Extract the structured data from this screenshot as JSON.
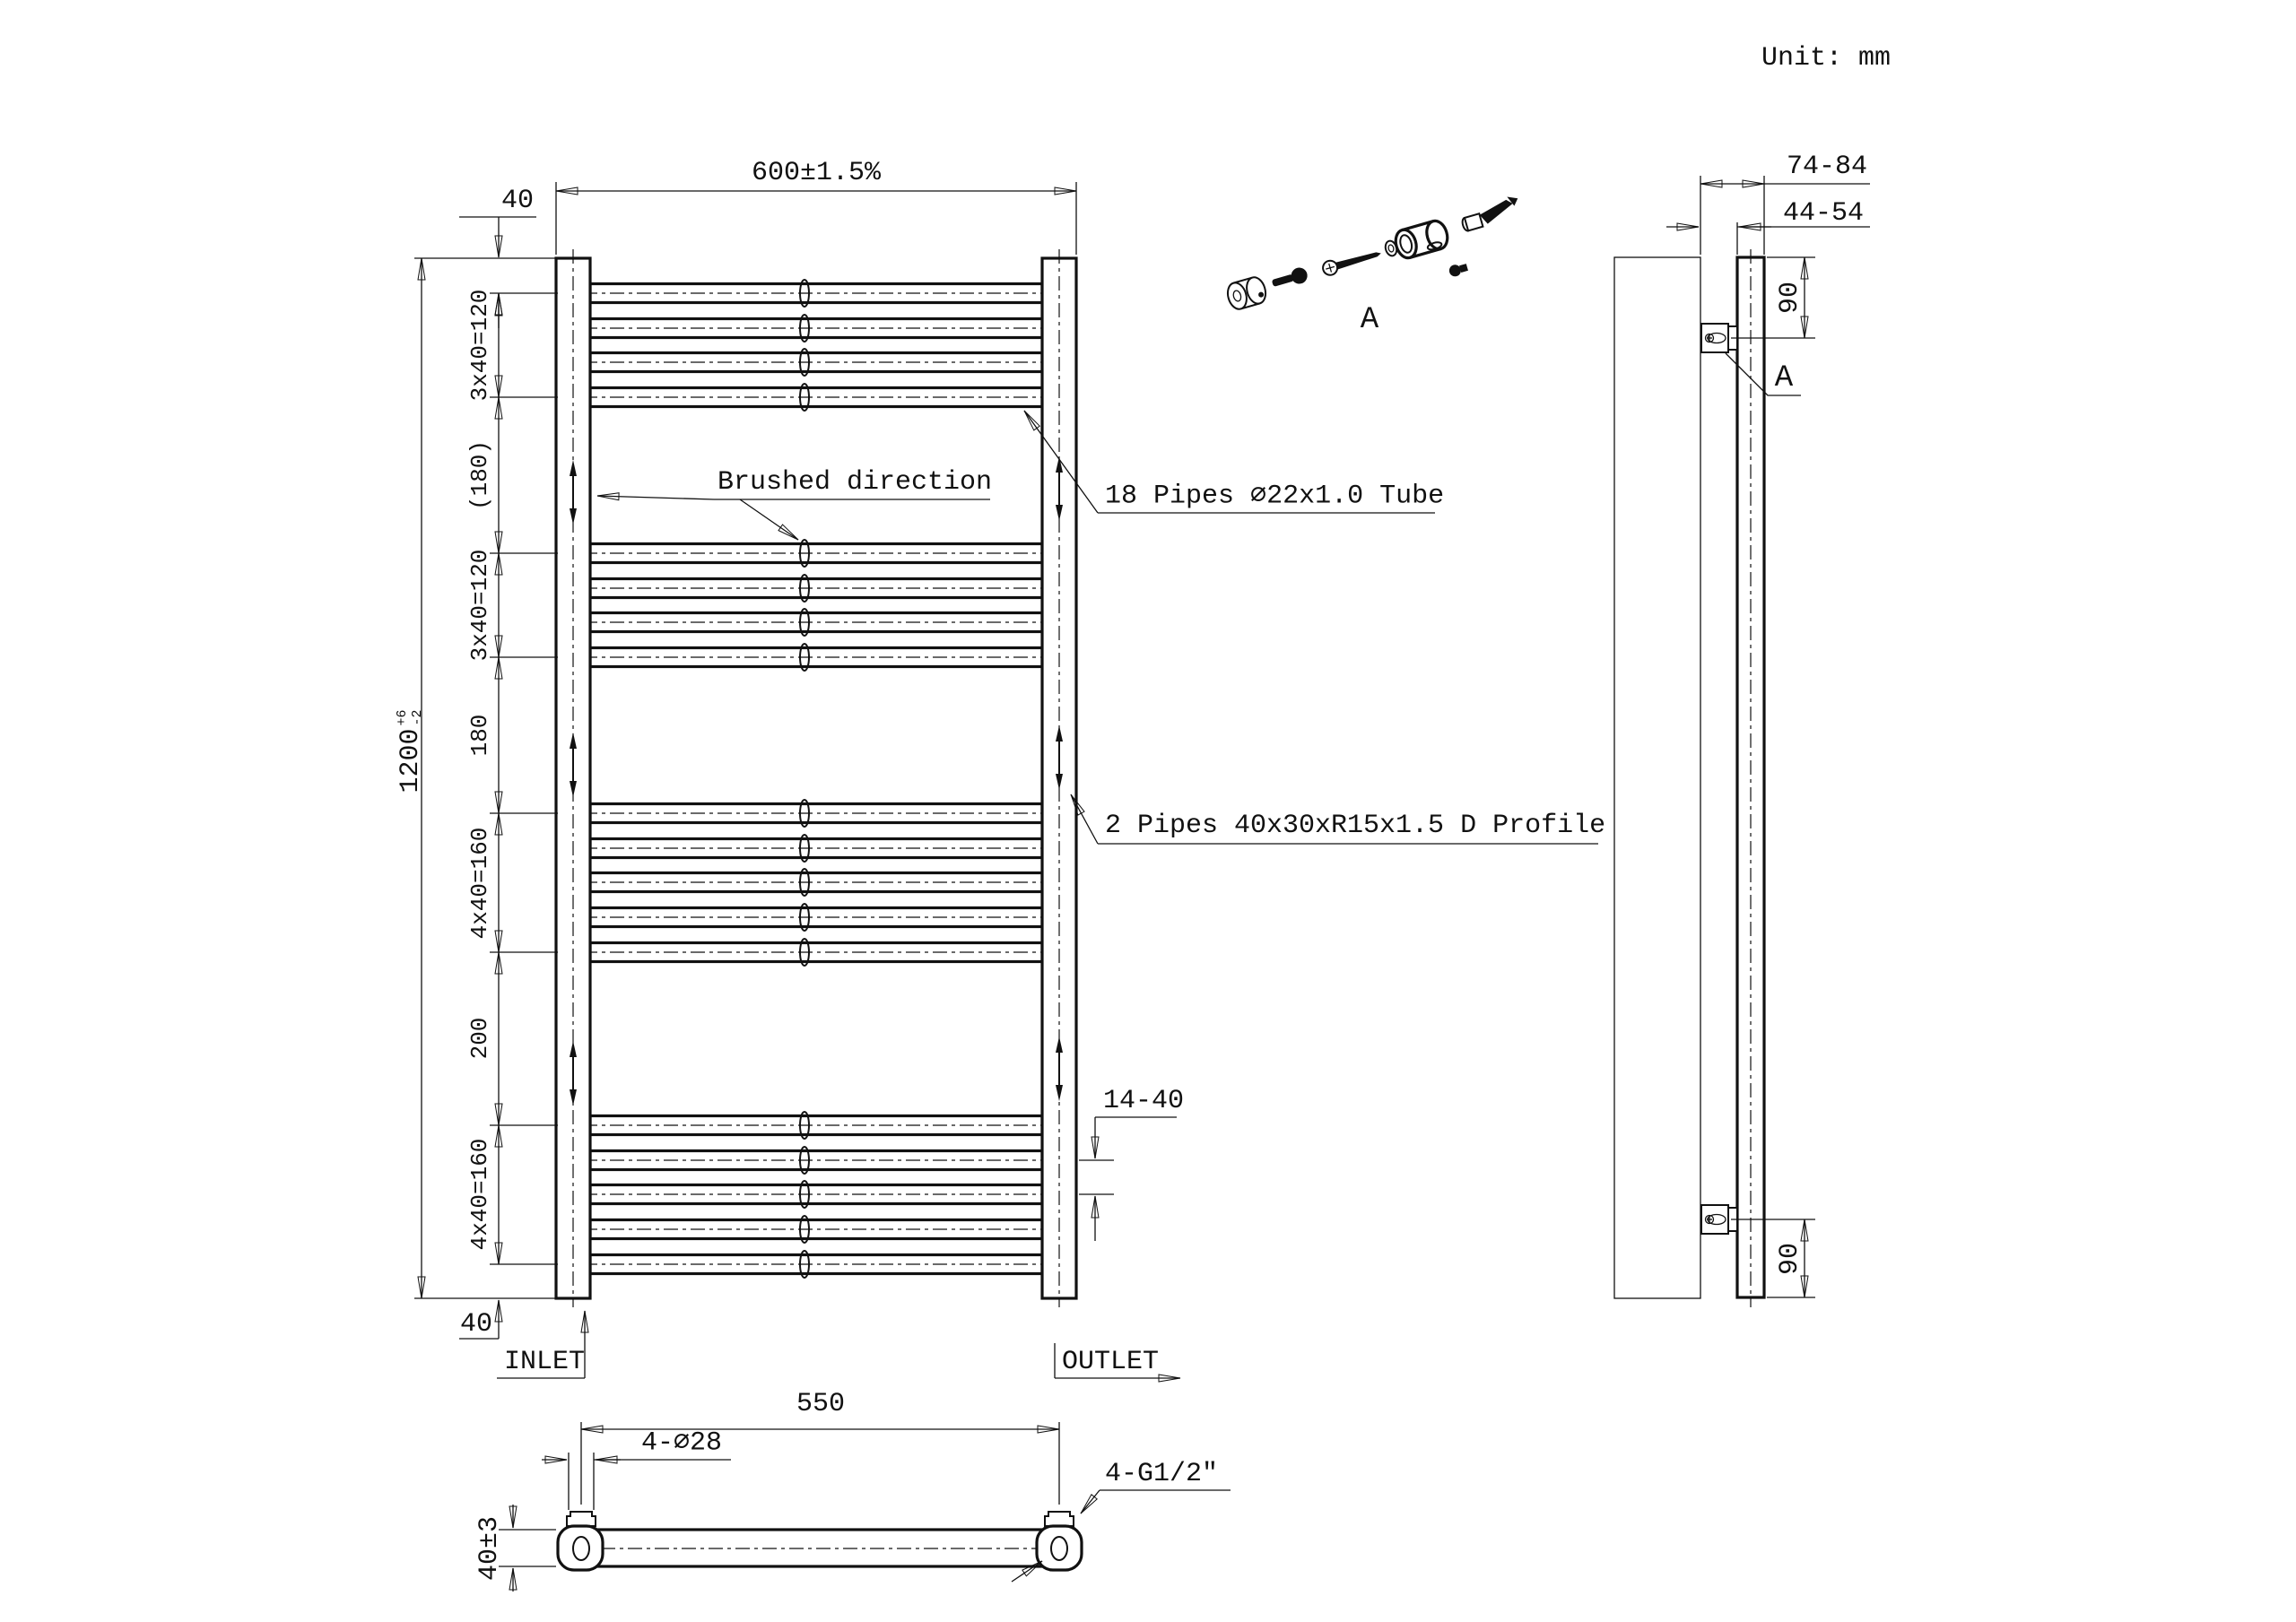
{
  "unit_note": "Unit: mm",
  "front_view": {
    "width_dim": "600±1.5%",
    "top_offset_dim": "40",
    "bottom_offset_dim": "40",
    "height_dim": {
      "value": "1200",
      "tol_plus": "+6",
      "tol_minus": "-2"
    },
    "chain_dims": [
      "3x40=120",
      "(180)",
      "3x40=120",
      "180",
      "4x40=160",
      "200",
      "4x40=160"
    ],
    "pipe_gap_dim": "14-40",
    "brushed_label": "Brushed direction",
    "pipes_annotation": "18 Pipes ∅22x1.0 Tube",
    "profile_annotation": "2 Pipes 40x30xR15x1.5 D Profile",
    "inlet_label": "INLET",
    "outlet_label": "OUTLET"
  },
  "side_view": {
    "depth_dim_outer": "74-84",
    "depth_dim_inner": "44-54",
    "bracket_top_dim": "90",
    "bracket_bottom_dim": "90",
    "detail_ref": "A"
  },
  "bottom_view": {
    "pitch_dim": "550",
    "holes_dim": "4-∅28",
    "thread_label": "4-G1/2″",
    "bar_dim": "40±3"
  },
  "hardware_detail": {
    "label": "A"
  }
}
